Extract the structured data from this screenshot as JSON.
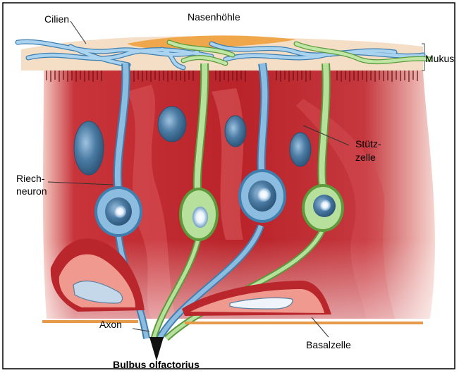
{
  "labels": {
    "cilia": "Cilien",
    "nasal_cavity": "Nasenhöhle",
    "mucus": "Mukus",
    "receptor_line1": "Riech-",
    "receptor_line2": "neuron",
    "support_line1": "Stütz-",
    "support_line2": "zelle",
    "axon": "Axon",
    "basal_cell": "Basalzelle",
    "olfactory_bulb": "Bulbus olfactorius"
  },
  "colors": {
    "epithelium_red": "#c0282c",
    "epithelium_pale": "#f3c2b8",
    "receptor_neuron_blue": "#86b7dc",
    "support_neuron_green": "#9bcf7a",
    "nucleus_blue": "#3e6e97",
    "mucus_orange": "#f0a64a",
    "basal_cell_pink": "#ef9a8e"
  }
}
